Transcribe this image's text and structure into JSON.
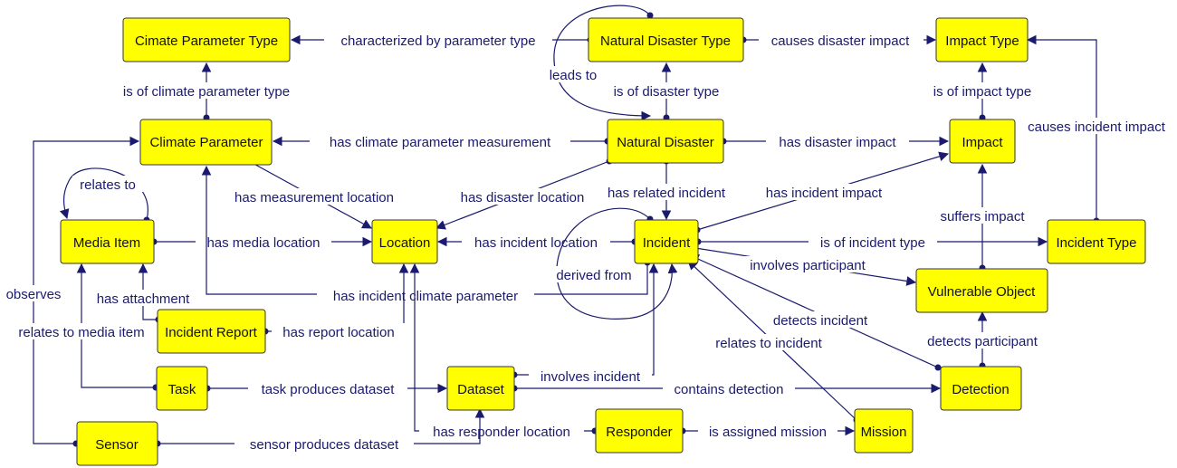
{
  "nodes": {
    "cpt": "Cimate Parameter Type",
    "ndt": "Natural Disaster Type",
    "it": "Impact Type",
    "cp": "Climate Parameter",
    "nd": "Natural Disaster",
    "imp": "Impact",
    "mi": "Media Item",
    "loc": "Location",
    "inc": "Incident",
    "itype": "Incident Type",
    "vo": "Vulnerable Object",
    "ir": "Incident Report",
    "task": "Task",
    "ds": "Dataset",
    "det": "Detection",
    "sensor": "Sensor",
    "resp": "Responder",
    "mission": "Mission"
  },
  "edges": {
    "e1": "characterized by parameter type",
    "e2": "causes disaster impact",
    "e3": "leads to",
    "e4": "is of climate parameter type",
    "e5": "is of disaster type",
    "e6": "is of impact type",
    "e7": "has climate parameter measurement",
    "e8": "has disaster impact",
    "e9": "causes incident impact",
    "e10": "relates to",
    "e11": "has measurement location",
    "e12": "has disaster location",
    "e13": "has related incident",
    "e14": "has incident impact",
    "e15": "suffers impact",
    "e16": "has media location",
    "e17": "has incident location",
    "e18": "is of incident type",
    "e19": "observes",
    "e20": "involves participant",
    "e21": "derived from",
    "e22": "has incident climate parameter",
    "e23": "has attachment",
    "e24": "relates to media item",
    "e25": "has report location",
    "e26": "detects incident",
    "e27": "relates to incident",
    "e28": "detects participant",
    "e29": "involves incident",
    "e30": "task produces dataset",
    "e31": "contains detection",
    "e32": "has responder location",
    "e33": "is assigned mission",
    "e34": "sensor produces dataset"
  }
}
